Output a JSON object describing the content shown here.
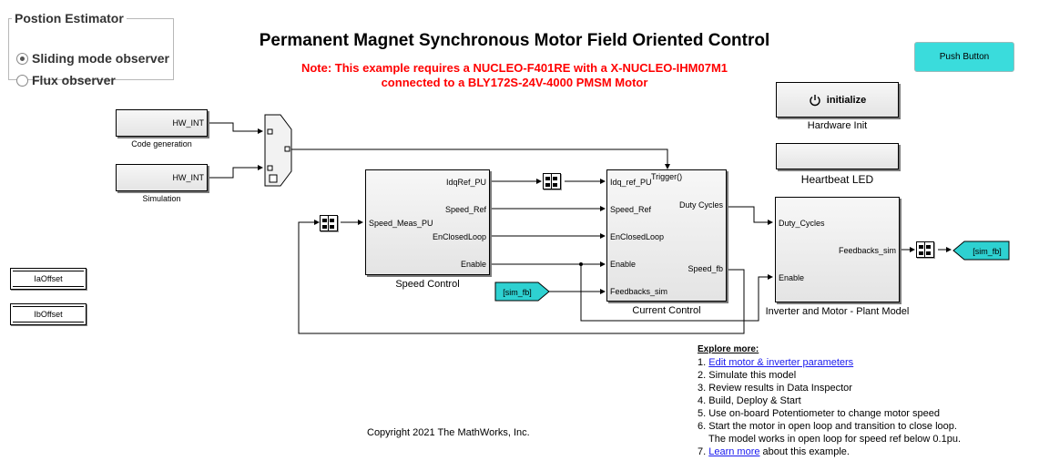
{
  "estimator": {
    "legend": "Postion Estimator",
    "options": [
      "Sliding mode observer",
      "Flux observer"
    ],
    "selected": "Sliding mode observer"
  },
  "title": "Permanent Magnet Synchronous Motor Field Oriented Control",
  "note": {
    "line1": "Note: This example requires a NUCLEO-F401RE with a X-NUCLEO-IHM07M1",
    "line2": "connected to a BLY172S-24V-4000 PMSM Motor",
    "color": "#ff0000"
  },
  "push_button": {
    "label": "Push Button",
    "color": "#3adcdc"
  },
  "code_gen": {
    "port": "HW_INT",
    "caption": "Code generation"
  },
  "simulation": {
    "port": "HW_INT",
    "caption": "Simulation"
  },
  "ia_offset": "IaOffset",
  "ib_offset": "IbOffset",
  "speed_control": {
    "caption": "Speed Control",
    "in_port": "Speed_Meas_PU",
    "out_ports": [
      "IdqRef_PU",
      "Speed_Ref",
      "EnClosedLoop",
      "Enable"
    ]
  },
  "current_control": {
    "caption": "Current Control",
    "trigger": "Trigger()",
    "in_ports": [
      "Idq_ref_PU",
      "Speed_Ref",
      "EnClosedLoop",
      "Enable",
      "Feedbacks_sim"
    ],
    "out_ports": [
      "Duty Cycles",
      "Speed_fb"
    ]
  },
  "plant": {
    "caption": "Inverter and Motor - Plant Model",
    "in_ports": [
      "Duty_Cycles",
      "Enable"
    ],
    "out_port": "Feedbacks_sim"
  },
  "hw_init": {
    "label": "initialize",
    "caption": "Hardware Init",
    "icon": "power-icon"
  },
  "heartbeat": {
    "caption": "Heartbeat LED"
  },
  "sim_fb_from": "[sim_fb]",
  "sim_fb_goto": "[sim_fb]",
  "copyright": "Copyright 2021 The MathWorks, Inc.",
  "explore": {
    "heading": "Explore more:",
    "items": [
      {
        "num": "1. ",
        "link": "Edit motor & inverter parameters",
        "rest": ""
      },
      {
        "num": "2. ",
        "link": "",
        "rest": "Simulate this model"
      },
      {
        "num": "3. ",
        "link": "",
        "rest": "Review results in Data Inspector"
      },
      {
        "num": "4. ",
        "link": "",
        "rest": "Build, Deploy & Start"
      },
      {
        "num": "5. ",
        "link": "",
        "rest": "Use on-board Potentiometer to change motor speed"
      },
      {
        "num": "6. ",
        "link": "",
        "rest": "Start the motor in open loop and transition to close loop."
      },
      {
        "num": "",
        "link": "",
        "rest": "The model works in open loop for speed ref below 0.1pu."
      },
      {
        "num": "7. ",
        "link": "Learn more",
        "rest": " about this example."
      }
    ]
  }
}
